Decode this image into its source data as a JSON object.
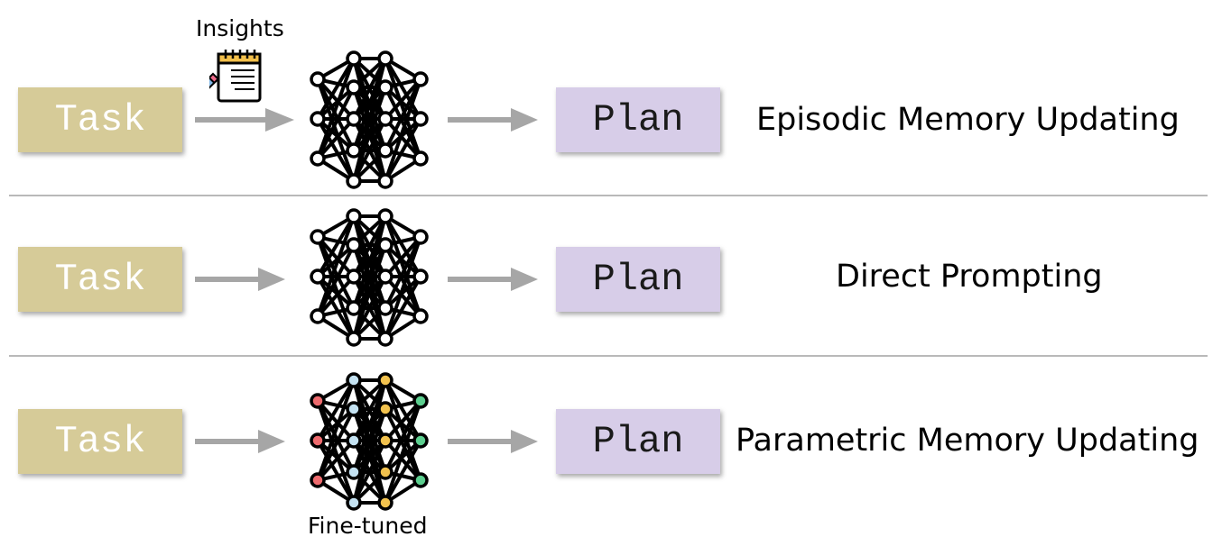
{
  "rows": [
    {
      "task_label": "Task",
      "plan_label": "Plan",
      "method_label": "Episodic Memory Updating",
      "annotation": "Insights"
    },
    {
      "task_label": "Task",
      "plan_label": "Plan",
      "method_label": "Direct Prompting"
    },
    {
      "task_label": "Task",
      "plan_label": "Plan",
      "method_label": "Parametric Memory Updating",
      "annotation": "Fine-tuned"
    }
  ],
  "colors": {
    "task_box": "#d6cb98",
    "plan_box": "#d7cde8",
    "arrow": "#a6a6a6",
    "divider": "#b9b9b9",
    "node_red": "#ee6b6e",
    "node_blue": "#c4e2f2",
    "node_yellow": "#f2c24e",
    "node_green": "#5ccf8f"
  },
  "icons": [
    "notepad-pencil-icon",
    "neural-network-icon",
    "colored-neural-network-icon",
    "arrow-right-icon"
  ]
}
